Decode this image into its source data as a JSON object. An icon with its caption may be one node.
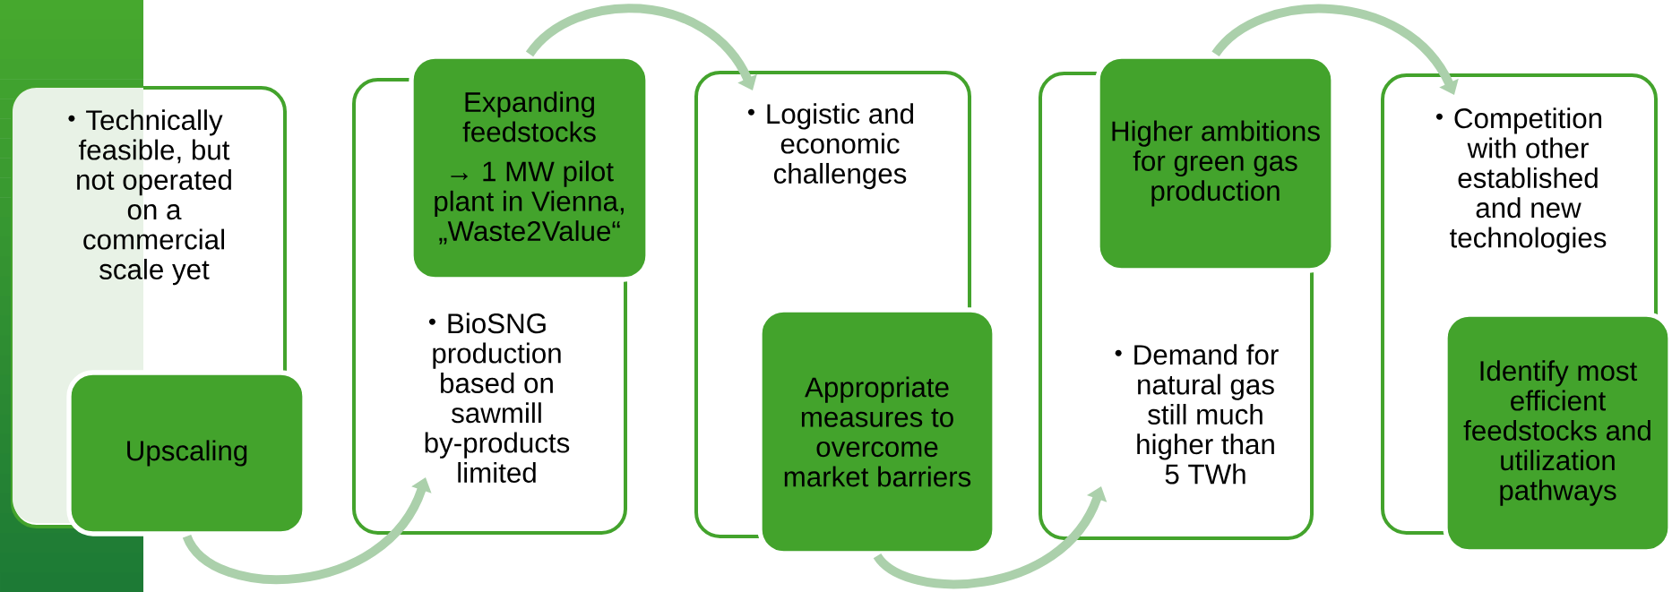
{
  "diagram": {
    "nodes": [
      {
        "text": [
          "Technically feasible, but not operated on a commercial scale yet"
        ]
      },
      {
        "text": [
          "Upscaling"
        ]
      },
      {
        "text": [
          "Expanding feedstocks",
          "→ 1 MW pilot plant in Vienna, „Waste2Value“"
        ]
      },
      {
        "text": [
          "BioSNG production based on sawmill by-products limited"
        ]
      },
      {
        "text": [
          "Logistic and economic challenges"
        ]
      },
      {
        "text": [
          "Appropriate measures to overcome market barriers"
        ]
      },
      {
        "text": [
          "Higher ambitions for green gas production"
        ]
      },
      {
        "text": [
          "Demand for natural gas still much higher than 5 TWh"
        ]
      },
      {
        "text": [
          "Competition with other established and new technologies"
        ]
      },
      {
        "text": [
          "Identify most efficient feedstocks and utilization pathways"
        ]
      }
    ],
    "edges": [
      {
        "from": 1,
        "to": 3,
        "arrow": "to"
      },
      {
        "from": 2,
        "to": 4,
        "arrow": "to"
      },
      {
        "from": 5,
        "to": 7,
        "arrow": "to"
      },
      {
        "from": 6,
        "to": 8,
        "arrow": "to"
      }
    ]
  }
}
